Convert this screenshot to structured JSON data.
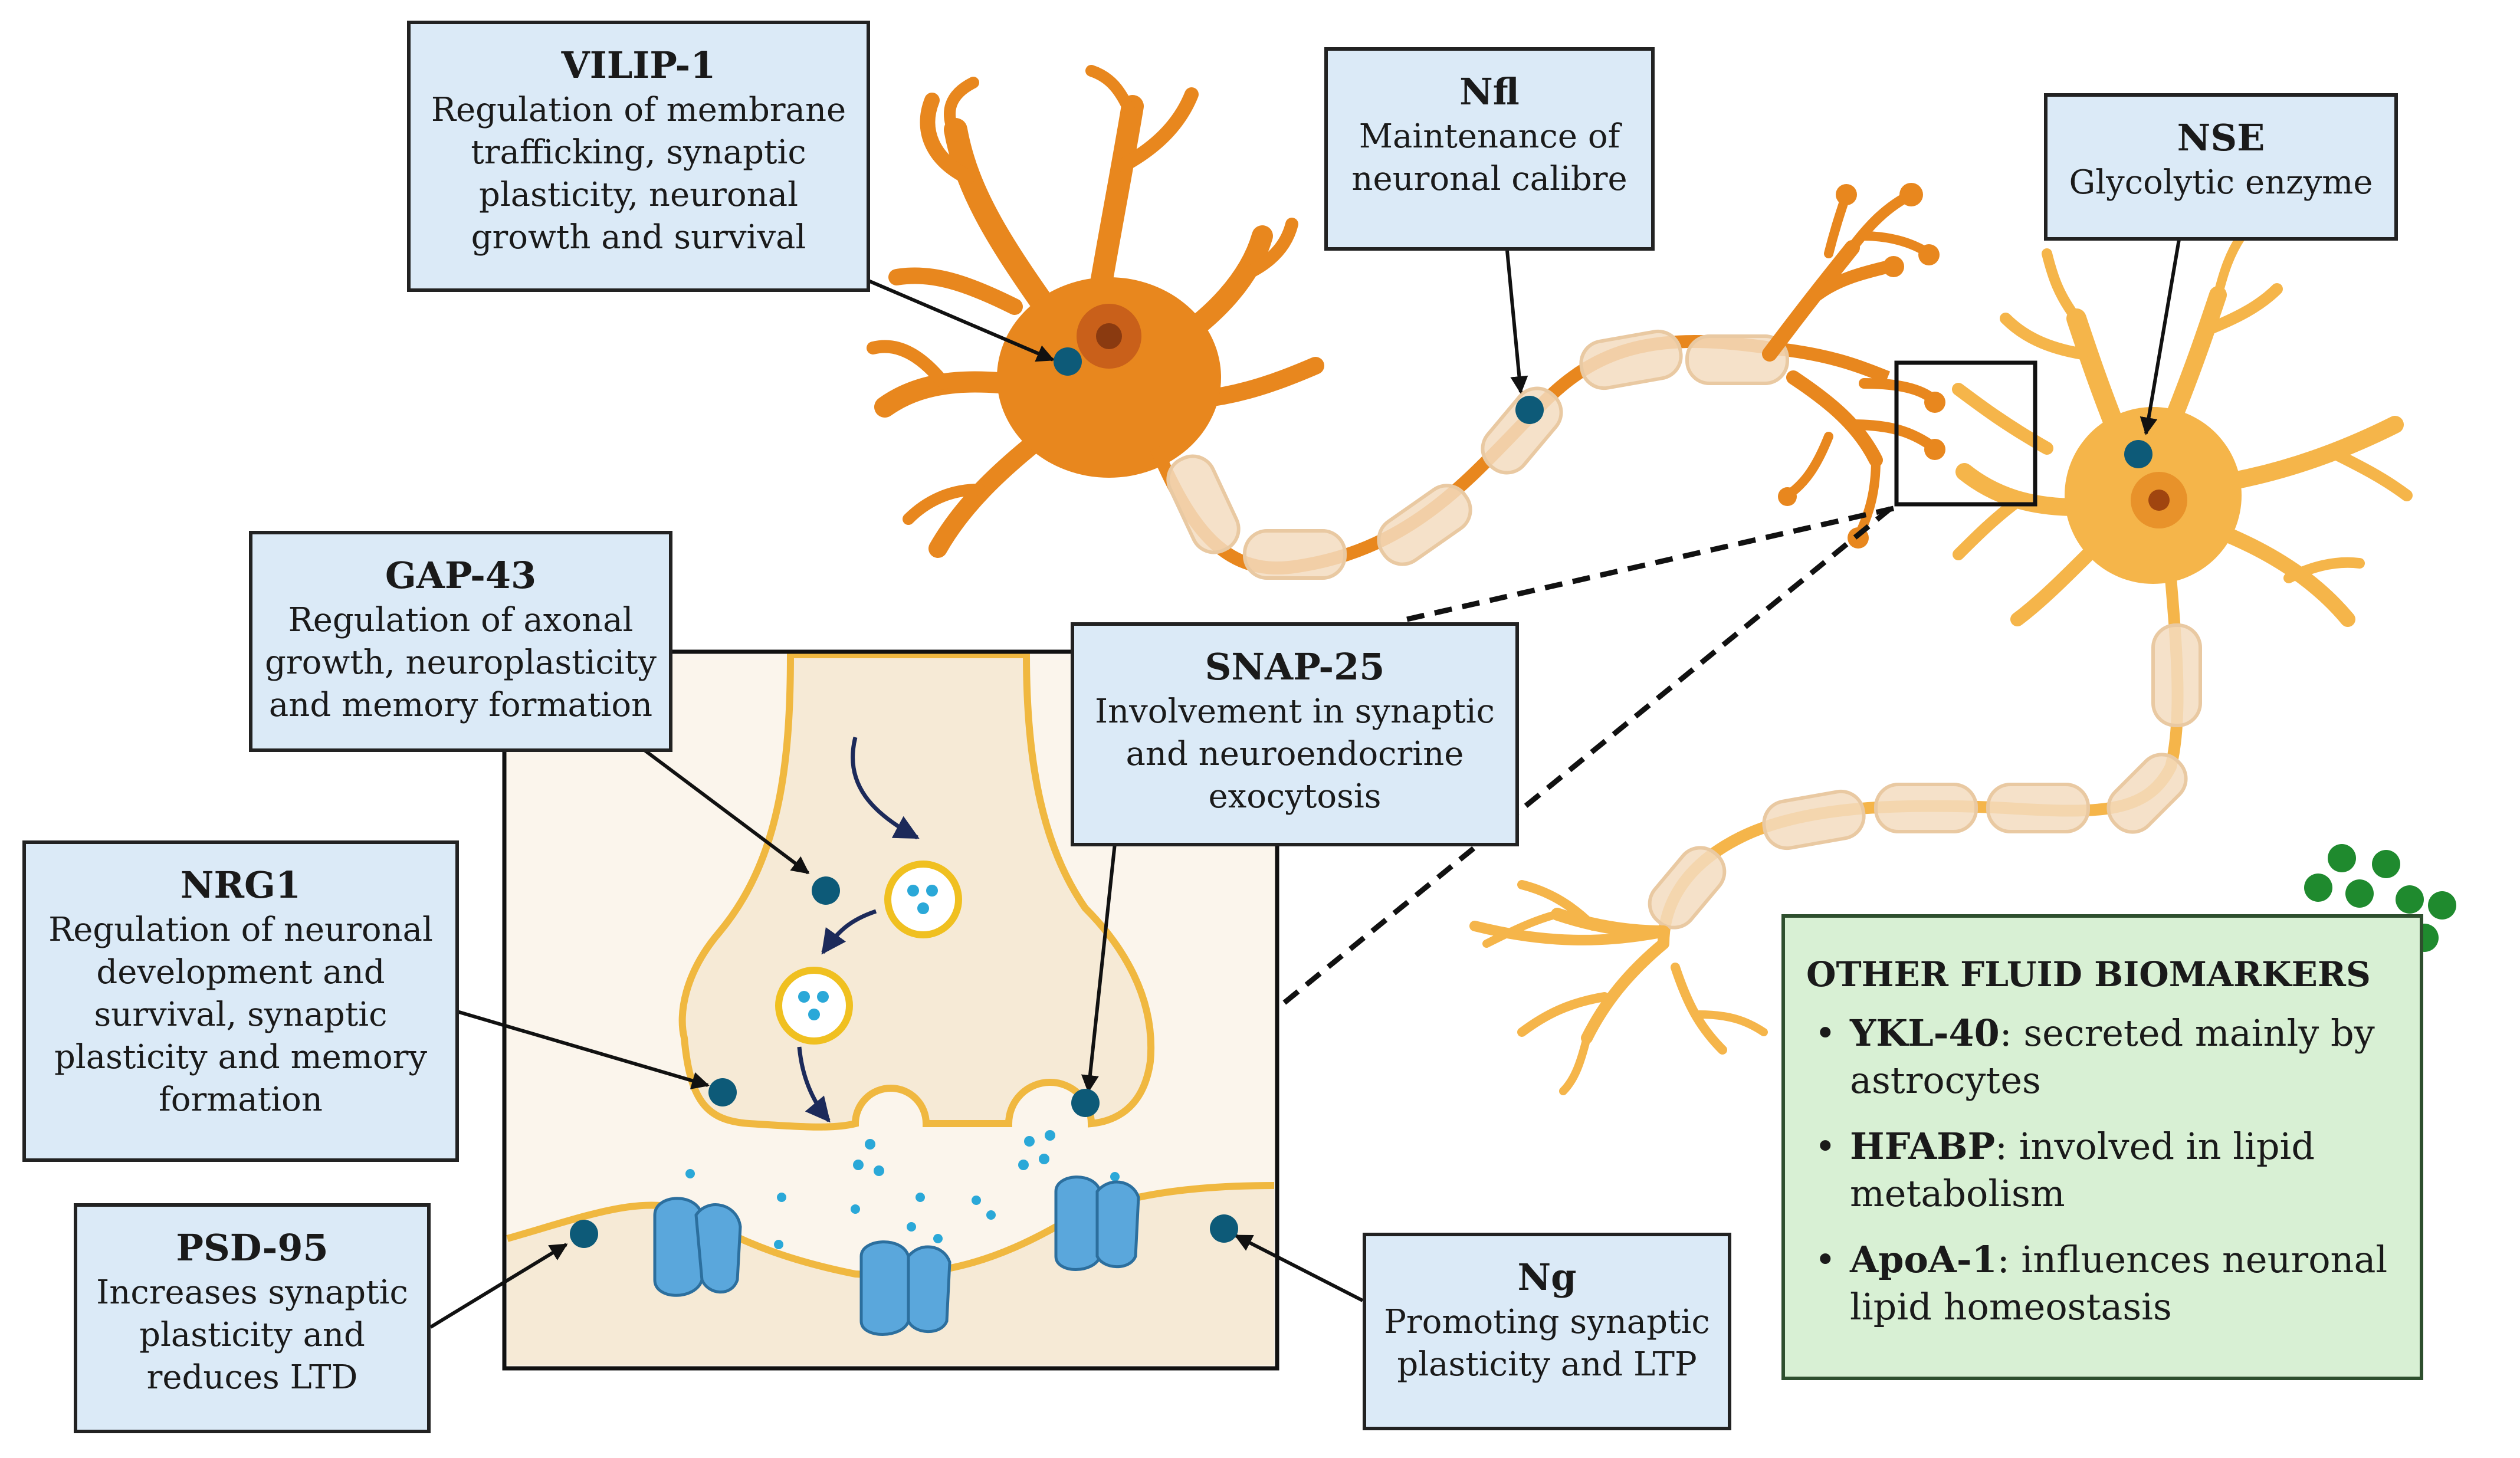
{
  "boxes": {
    "vilip1": {
      "title": "VILIP-1",
      "desc": [
        "Regulation of membrane",
        "trafficking, synaptic",
        "plasticity, neuronal",
        "growth and survival"
      ]
    },
    "nfl": {
      "title": "Nfl",
      "desc": [
        "Maintenance of",
        "neuronal calibre"
      ]
    },
    "nse": {
      "title": "NSE",
      "desc": [
        "Glycolytic enzyme"
      ]
    },
    "gap43": {
      "title": "GAP-43",
      "desc": [
        "Regulation of axonal",
        "growth, neuroplasticity",
        "and memory formation"
      ]
    },
    "snap25": {
      "title": "SNAP-25",
      "desc": [
        "Involvement in synaptic",
        "and neuroendocrine",
        "exocytosis"
      ]
    },
    "nrg1": {
      "title": "NRG1",
      "desc": [
        "Regulation of neuronal",
        "development and",
        "survival, synaptic",
        "plasticity and memory",
        "formation"
      ]
    },
    "psd95": {
      "title": "PSD-95",
      "desc": [
        "Increases synaptic",
        "plasticity and",
        "reduces LTD"
      ]
    },
    "ng": {
      "title": "Ng",
      "desc": [
        "Promoting synaptic",
        "plasticity and LTP"
      ]
    }
  },
  "other": {
    "title": "OTHER FLUID BIOMARKERS",
    "bullet": "•",
    "items": [
      {
        "name": "YKL-40",
        "text": ": secreted mainly by",
        "text2": "astrocytes"
      },
      {
        "name": "HFABP",
        "text": ": involved in lipid",
        "text2": "metabolism"
      },
      {
        "name": "ApoA-1",
        "text": ": influences neuronal",
        "text2": "lipid homeostasis"
      }
    ]
  },
  "colors": {
    "box_fill": "#dbeaf7",
    "green_fill": "#d8f0d4",
    "neuron_dark": "#e8871e",
    "neuron_light": "#f5b54a",
    "myelin": "#f3dcc0",
    "synapse_fill": "#f6ead6",
    "synapse_edge": "#f0b840",
    "marker": "#0d5a78",
    "channel": "#5aa7dc",
    "dots_green": "#1f8a2e"
  }
}
